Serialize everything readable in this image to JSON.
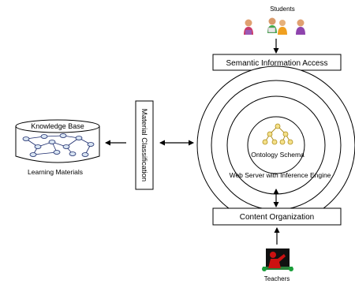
{
  "nodes": {
    "students": "Students",
    "semantic_access": "Semantic Information Access",
    "knowledge_base": "Knowledge Base",
    "learning_materials": "Learning Materials",
    "material_classification": "Material Classification",
    "ontology_schema": "Ontology Schema",
    "web_server": "Web Server with Inference Engine",
    "content_organization": "Content Organization",
    "teachers": "Teachers"
  },
  "icons": {
    "students": "students-group-icon",
    "teachers": "teacher-at-board-icon",
    "knowledge_graph": "knowledge-graph-icon",
    "ontology_tree": "ontology-tree-icon"
  },
  "colors": {
    "node_fill": "#f4e08a",
    "node_stroke": "#b0901e",
    "teacher_screen": "#111111",
    "teacher_figure": "#cc1111",
    "graph_node": "#d8e4f2"
  }
}
